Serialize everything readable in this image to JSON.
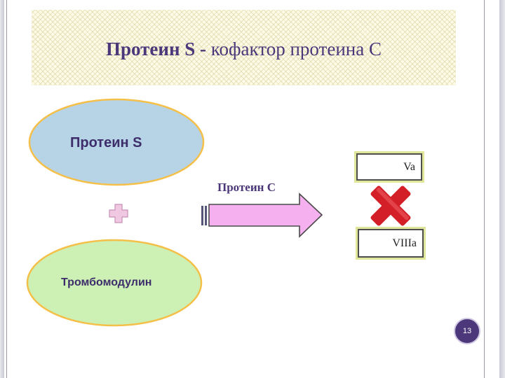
{
  "title": {
    "bold_part": "Протеин S -",
    "rest": "кофактор протеина С"
  },
  "nodes": {
    "protein_s": "Протеин S",
    "protein_c": "Протеин С",
    "thrombomodulin": "Тромбомодулин",
    "factor_va": "Va",
    "factor_viiia": "VIIIa"
  },
  "page_number": "13",
  "colors": {
    "protein_s_fill": "#b7d3e6",
    "thrombomodulin_fill": "#cdf0b4",
    "outline": "#f4c04a",
    "arrow_fill": "#f5b0f0",
    "plus": "#e8b7d8",
    "cross": "#d31f27",
    "title_text": "#4b3779"
  }
}
